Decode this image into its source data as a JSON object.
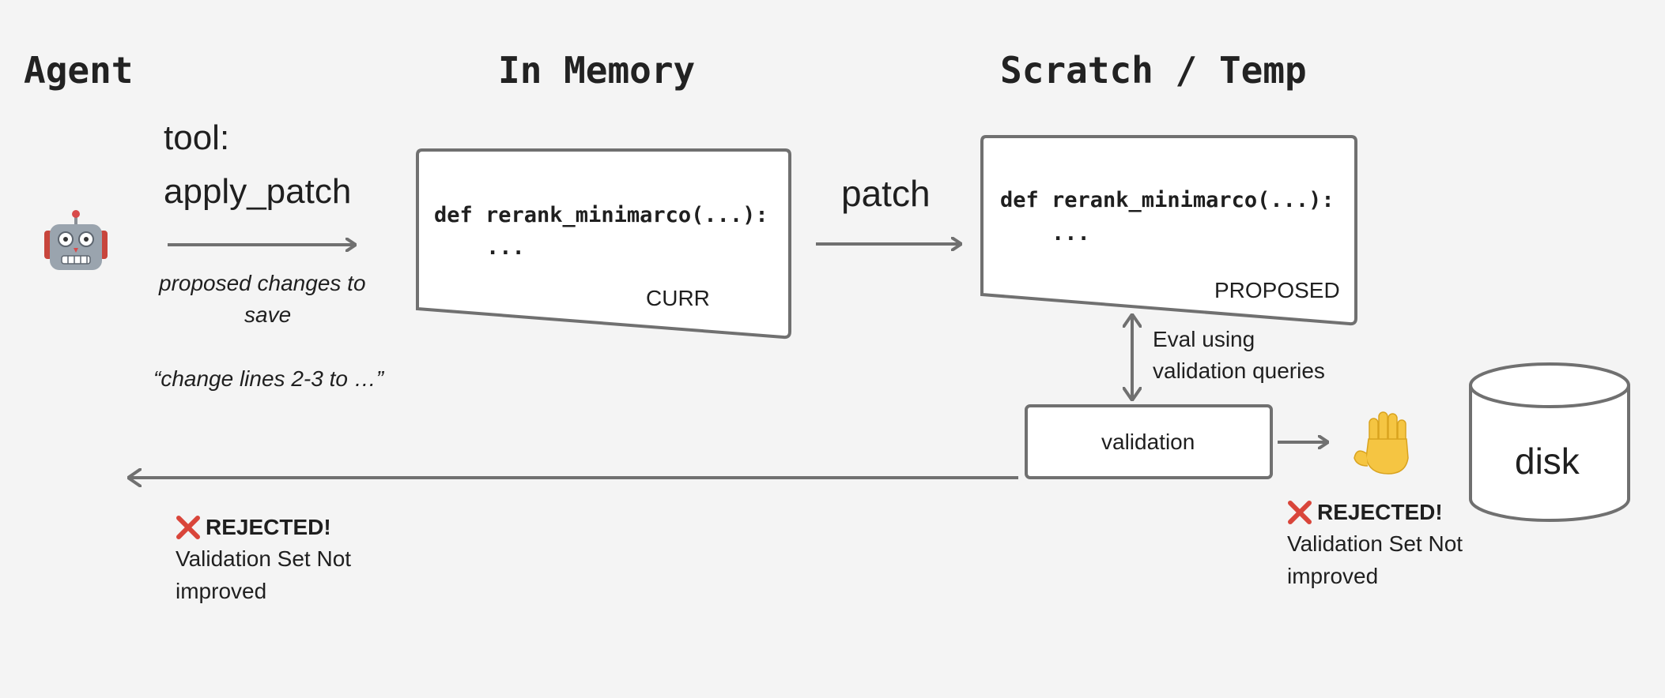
{
  "headers": {
    "agent": "Agent",
    "memory": "In Memory",
    "scratch": "Scratch / Temp"
  },
  "tool": {
    "line1": "tool:",
    "line2": "apply_patch",
    "desc_line1": "proposed changes to",
    "desc_line2": "save",
    "example": "“change lines 2-3 to …”"
  },
  "curr_box": {
    "code_line1": "def rerank_minimarco(...):",
    "code_line2": "...",
    "label": "CURR"
  },
  "patch_label": "patch",
  "proposed_box": {
    "code_line1": "def rerank_minimarco(...):",
    "code_line2": "...",
    "label": "PROPOSED"
  },
  "eval": {
    "line1": "Eval using",
    "line2": "validation queries"
  },
  "validation_box": {
    "label": "validation"
  },
  "disk": {
    "label": "disk"
  },
  "rejected_left": {
    "title": "REJECTED!",
    "line1": "Validation Set Not",
    "line2": "improved"
  },
  "rejected_right": {
    "title": "REJECTED!",
    "line1": "Validation Set Not",
    "line2": "improved"
  },
  "colors": {
    "stroke": "#707070",
    "background": "#f4f4f4",
    "box_fill": "#ffffff",
    "reject_red": "#d9453a"
  },
  "icons": [
    "robot-icon",
    "raised-hand-icon",
    "cross-mark-icon"
  ]
}
